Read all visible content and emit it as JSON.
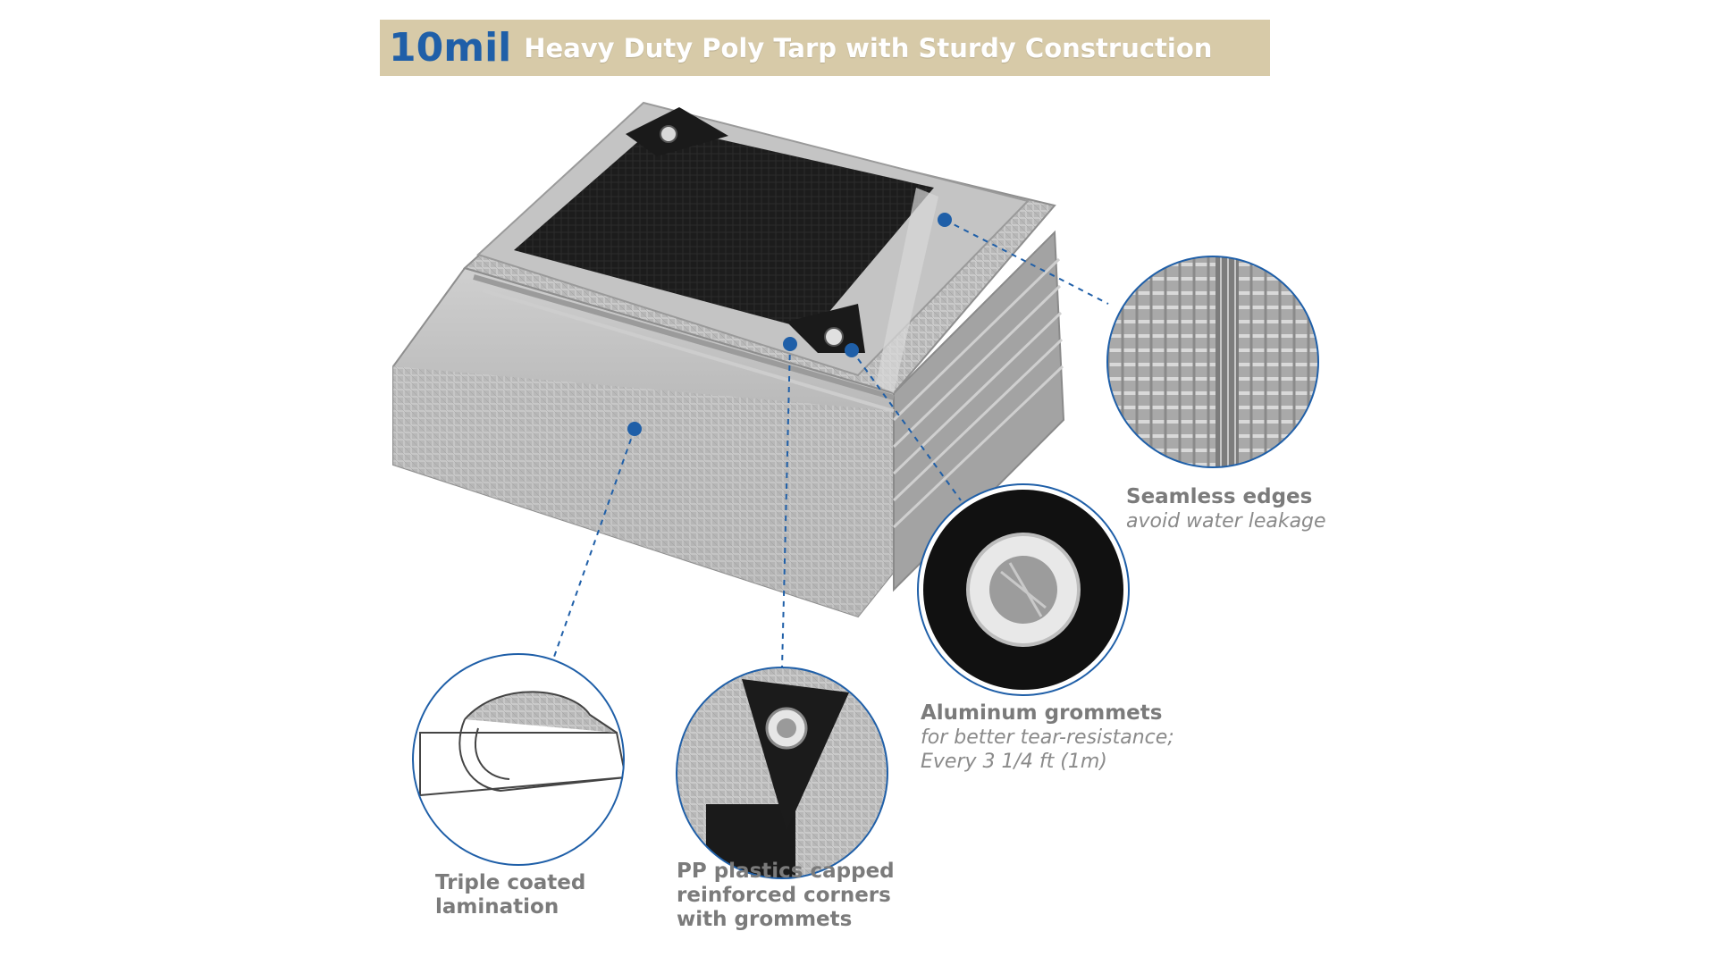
{
  "banner": {
    "thickness": "10mil",
    "title": "Heavy Duty Poly Tarp with Sturdy Construction"
  },
  "colors": {
    "accent": "#1f5fa8",
    "banner_bg": "#d7caa8",
    "label_text": "#7b7b7b",
    "tarp_silver": "#b5b5b5",
    "tarp_black": "#1a1a1a"
  },
  "features": {
    "seamless": {
      "title": "Seamless edges",
      "subtitle": "avoid water leakage"
    },
    "grommets": {
      "title": "Aluminum grommets",
      "line1": "for better tear-resistance;",
      "line2": "Every 3 1/4 ft (1m)"
    },
    "lamination": {
      "line1": "Triple coated",
      "line2": "lamination"
    },
    "corners": {
      "line1": "PP plastics capped",
      "line2": "reinforced corners",
      "line3": "with grommets"
    }
  },
  "icons": [
    "grommet-icon",
    "lamination-icon",
    "corner-cap-icon",
    "woven-edge-icon"
  ]
}
